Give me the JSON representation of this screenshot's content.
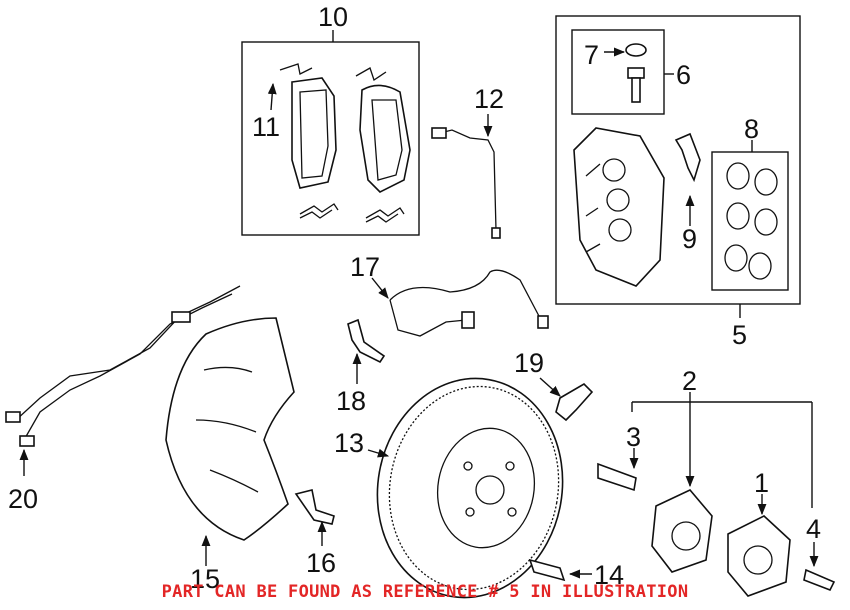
{
  "callouts": [
    "1",
    "2",
    "3",
    "4",
    "5",
    "6",
    "7",
    "8",
    "9",
    "10",
    "11",
    "12",
    "13",
    "14",
    "15",
    "16",
    "17",
    "18",
    "19",
    "20"
  ],
  "footer_note": "PART CAN BE FOUND AS REFERENCE # 5 IN ILLUSTRATION",
  "colors": {
    "footer": "#e32626",
    "line": "#111111"
  }
}
